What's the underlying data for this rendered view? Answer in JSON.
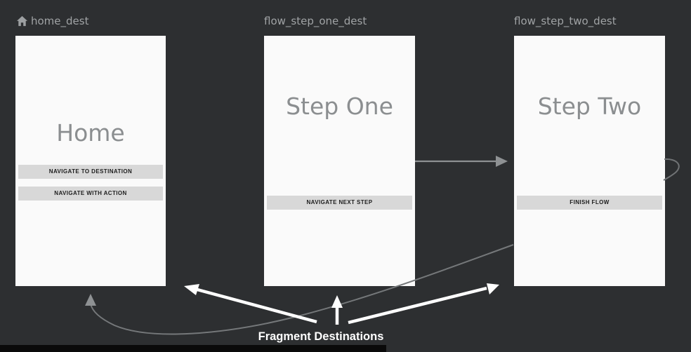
{
  "editor": {
    "destinations": [
      {
        "id": "home_dest",
        "title": "Home",
        "is_start_destination": true,
        "buttons": [
          "NAVIGATE TO DESTINATION",
          "NAVIGATE WITH ACTION"
        ]
      },
      {
        "id": "flow_step_one_dest",
        "title": "Step One",
        "is_start_destination": false,
        "buttons": [
          "NAVIGATE NEXT STEP"
        ]
      },
      {
        "id": "flow_step_two_dest",
        "title": "Step Two",
        "is_start_destination": false,
        "buttons": [
          "FINISH FLOW"
        ]
      }
    ],
    "start_destination_icon": "home-icon",
    "actions": [
      "flow_step_one_dest -> flow_step_two_dest",
      "flow_step_two_dest -> home_dest"
    ]
  },
  "annotation": {
    "label": "Fragment Destinations"
  },
  "colors": {
    "background": "#2d2f31",
    "card_background": "#fafafa",
    "button_background": "#d8d8d8",
    "button_text": "#1d1d1d",
    "card_title_text": "#8b8e90",
    "header_text": "#a0a3a5",
    "action_arrow": "#8e9193",
    "action_curve": "#707375",
    "annotation_white": "#ffffff",
    "bottom_bar": "#0a0a0a"
  }
}
